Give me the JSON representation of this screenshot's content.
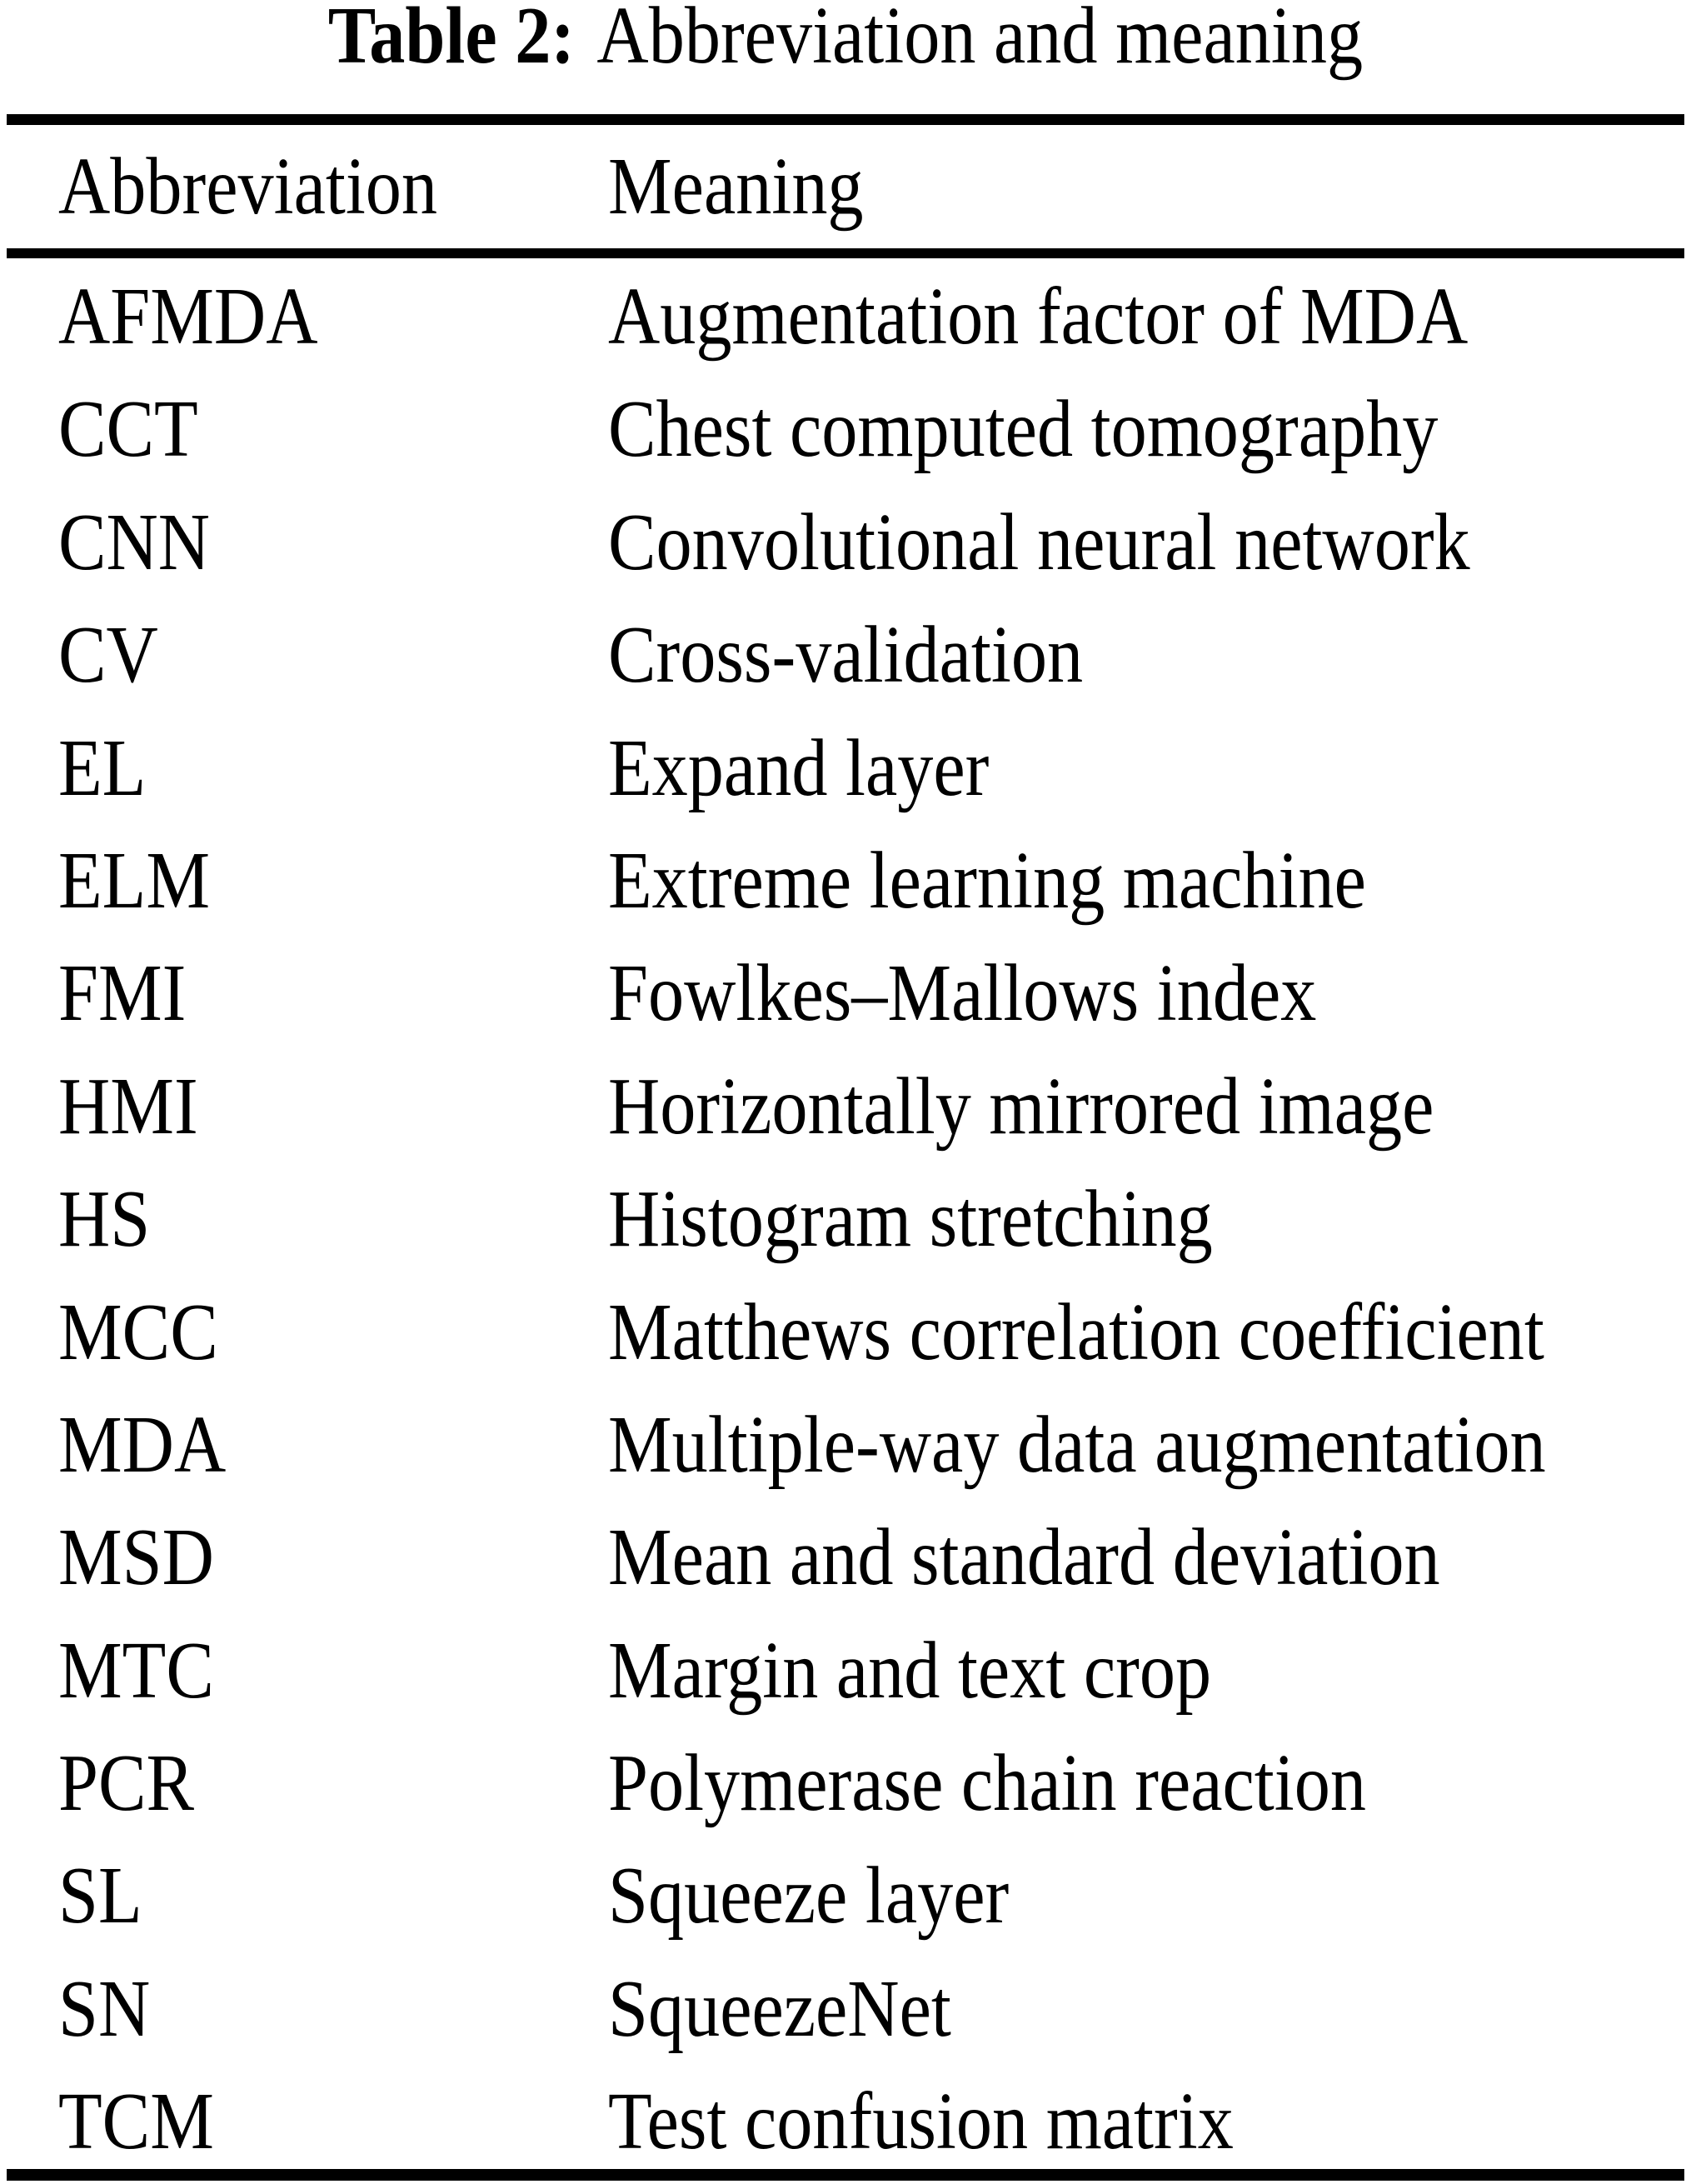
{
  "title": {
    "label": "Table 2:",
    "text": "Abbreviation and meaning"
  },
  "table": {
    "headers": {
      "abbreviation": "Abbreviation",
      "meaning": "Meaning"
    },
    "rows": [
      {
        "abbr": "AFMDA",
        "meaning": "Augmentation factor of MDA"
      },
      {
        "abbr": "CCT",
        "meaning": "Chest computed tomography"
      },
      {
        "abbr": "CNN",
        "meaning": "Convolutional neural network"
      },
      {
        "abbr": "CV",
        "meaning": "Cross-validation"
      },
      {
        "abbr": "EL",
        "meaning": "Expand layer"
      },
      {
        "abbr": "ELM",
        "meaning": "Extreme learning machine"
      },
      {
        "abbr": "FMI",
        "meaning": "Fowlkes–Mallows index"
      },
      {
        "abbr": "HMI",
        "meaning": "Horizontally mirrored image"
      },
      {
        "abbr": "HS",
        "meaning": "Histogram stretching"
      },
      {
        "abbr": "MCC",
        "meaning": "Matthews correlation coefficient"
      },
      {
        "abbr": "MDA",
        "meaning": "Multiple-way data augmentation"
      },
      {
        "abbr": "MSD",
        "meaning": "Mean and standard deviation"
      },
      {
        "abbr": "MTC",
        "meaning": "Margin and text crop"
      },
      {
        "abbr": "PCR",
        "meaning": "Polymerase chain reaction"
      },
      {
        "abbr": "SL",
        "meaning": "Squeeze layer"
      },
      {
        "abbr": "SN",
        "meaning": "SqueezeNet"
      },
      {
        "abbr": "TCM",
        "meaning": "Test confusion matrix"
      }
    ]
  },
  "colors": {
    "text": "#000000",
    "background": "#ffffff",
    "rule": "#000000"
  }
}
